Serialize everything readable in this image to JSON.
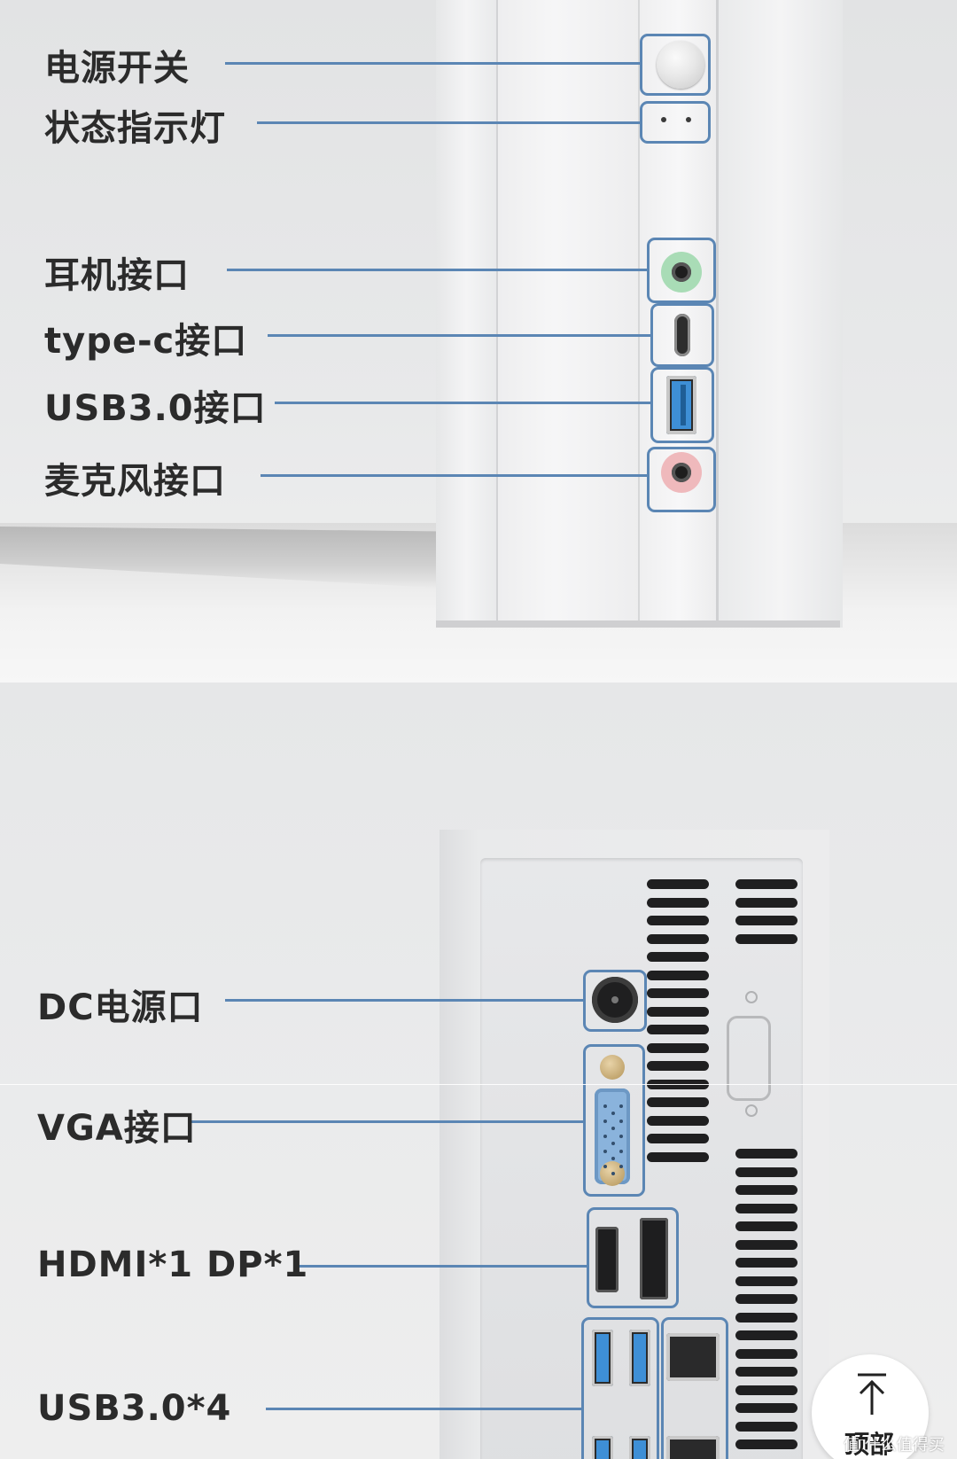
{
  "front_panel": {
    "labels": {
      "power_switch": "电源开关",
      "status_indicator": "状态指示灯",
      "headphone_port": "耳机接口",
      "typec_port": "type-c接口",
      "usb_port": "USB3.0接口",
      "mic_port": "麦克风接口"
    }
  },
  "rear_panel": {
    "labels": {
      "dc_power": "DC电源口",
      "vga_port": "VGA接口",
      "hdmi_dp": "HDMI*1 DP*1",
      "usb_ports": "USB3.0*4"
    }
  },
  "back_to_top": {
    "label": "顶部",
    "icon": "arrow-up-icon"
  },
  "watermark": "值 什么值得买",
  "colors": {
    "highlight": "#5b86b4",
    "usb_blue": "#3e8fd6",
    "headphone_green": "#a9dcb6",
    "mic_pink": "#efb9bc",
    "vga_blue": "#8ab3dc"
  }
}
